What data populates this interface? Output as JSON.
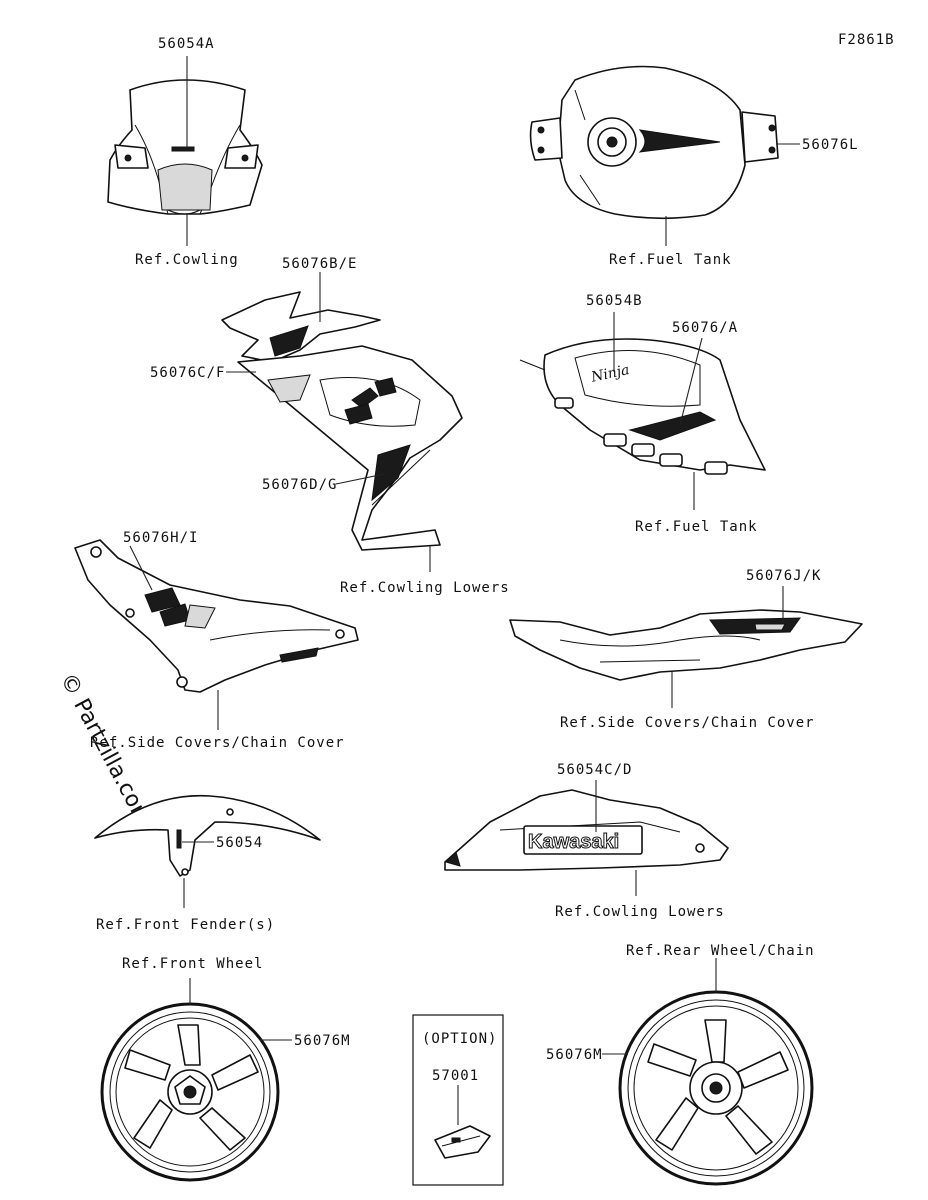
{
  "figure_id": "F2861B",
  "watermark": "© Partzilla.com",
  "labels": {
    "p56054A": "56054A",
    "ref_cowling": "Ref.Cowling",
    "p56076L": "56076L",
    "ref_fuel_tank_1": "Ref.Fuel Tank",
    "p56076BE": "56076B/E",
    "p56076CF": "56076C/F",
    "p56076DG": "56076D/G",
    "ref_cowling_lowers_1": "Ref.Cowling Lowers",
    "p56054B": "56054B",
    "p56076A": "56076/A",
    "ref_fuel_tank_2": "Ref.Fuel Tank",
    "p56076HI": "56076H/I",
    "ref_side_covers_1": "Ref.Side Covers/Chain Cover",
    "p56076JK": "56076J/K",
    "ref_side_covers_2": "Ref.Side Covers/Chain Cover",
    "p56054": "56054",
    "ref_front_fender": "Ref.Front Fender(s)",
    "p56054CD": "56054C/D",
    "ref_cowling_lowers_2": "Ref.Cowling Lowers",
    "ref_front_wheel": "Ref.Front Wheel",
    "p56076M_front": "56076M",
    "option": "(OPTION)",
    "p57001": "57001",
    "ref_rear_wheel": "Ref.Rear Wheel/Chain",
    "p56076M_rear": "56076M"
  },
  "decal_text": {
    "ninja": "Ninja",
    "kawasaki": "Kawasaki"
  }
}
